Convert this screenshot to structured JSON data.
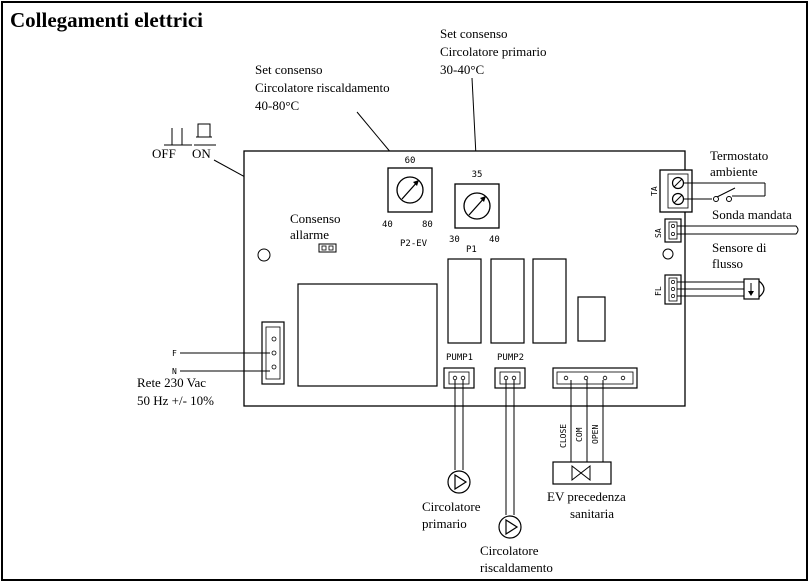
{
  "title": "Collegamenti elettrici",
  "labels": {
    "set_risc_1": "Set consenso",
    "set_risc_2": "Circolatore riscaldamento",
    "set_risc_3": "40-80°C",
    "set_prim_1": "Set consenso",
    "set_prim_2": "Circolatore primario",
    "set_prim_3": "30-40°C",
    "off": "OFF",
    "on": "ON",
    "consenso_1": "Consenso",
    "consenso_2": "allarme",
    "termostato_1": "Termostato",
    "termostato_2": "ambiente",
    "sonda": "Sonda mandata",
    "sensore_1": "Sensore di",
    "sensore_2": "flusso",
    "rete_1": "Rete 230 Vac",
    "rete_2": "50 Hz +/- 10%",
    "circ_prim_1": "Circolatore",
    "circ_prim_2": "primario",
    "circ_risc_1": "Circolatore",
    "circ_risc_2": "riscaldamento",
    "ev_1": "EV precedenza",
    "ev_2": "sanitaria"
  },
  "board": {
    "p2_top": "60",
    "p2_left": "40",
    "p2_right": "80",
    "p2_name": "P2-EV",
    "p1_top": "35",
    "p1_left": "30",
    "p1_right": "40",
    "p1_name": "P1",
    "pump1": "PUMP1",
    "pump2": "PUMP2",
    "ta": "TA",
    "sa": "SA",
    "fl": "FL",
    "f": "F",
    "n": "N",
    "close": "CLOSE",
    "com": "COM",
    "open": "OPEN"
  }
}
